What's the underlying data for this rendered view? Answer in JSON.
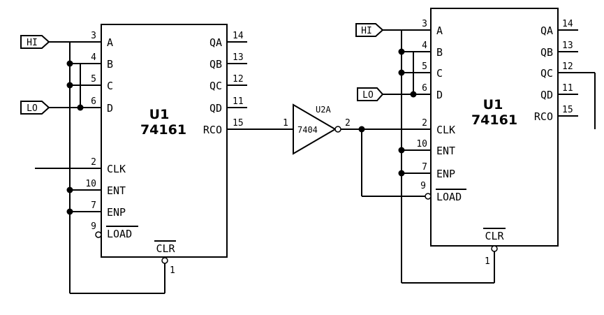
{
  "chip1": {
    "ref": "U1",
    "part": "74161",
    "pins_left": [
      {
        "num": "3",
        "label": "A"
      },
      {
        "num": "4",
        "label": "B"
      },
      {
        "num": "5",
        "label": "C"
      },
      {
        "num": "6",
        "label": "D"
      },
      {
        "num": "2",
        "label": "CLK"
      },
      {
        "num": "10",
        "label": "ENT"
      },
      {
        "num": "7",
        "label": "ENP"
      },
      {
        "num": "9",
        "label": "LOAD"
      }
    ],
    "pins_right": [
      {
        "num": "14",
        "label": "QA"
      },
      {
        "num": "13",
        "label": "QB"
      },
      {
        "num": "12",
        "label": "QC"
      },
      {
        "num": "11",
        "label": "QD"
      },
      {
        "num": "15",
        "label": "RCO"
      }
    ],
    "clr": {
      "num": "1",
      "label": "CLR"
    }
  },
  "chip2": {
    "ref": "U1",
    "part": "74161",
    "pins_left": [
      {
        "num": "3",
        "label": "A"
      },
      {
        "num": "4",
        "label": "B"
      },
      {
        "num": "5",
        "label": "C"
      },
      {
        "num": "6",
        "label": "D"
      },
      {
        "num": "2",
        "label": "CLK"
      },
      {
        "num": "10",
        "label": "ENT"
      },
      {
        "num": "7",
        "label": "ENP"
      },
      {
        "num": "9",
        "label": "LOAD"
      }
    ],
    "pins_right": [
      {
        "num": "14",
        "label": "QA"
      },
      {
        "num": "13",
        "label": "QB"
      },
      {
        "num": "12",
        "label": "QC"
      },
      {
        "num": "11",
        "label": "QD"
      },
      {
        "num": "15",
        "label": "RCO"
      }
    ],
    "clr": {
      "num": "1",
      "label": "CLR"
    }
  },
  "inverter": {
    "ref": "U2A",
    "part": "7404",
    "pin_in": "1",
    "pin_out": "2"
  },
  "ports": {
    "hi_1": "HI",
    "lo_1": "LO",
    "hi_2": "HI",
    "lo_2": "LO"
  }
}
